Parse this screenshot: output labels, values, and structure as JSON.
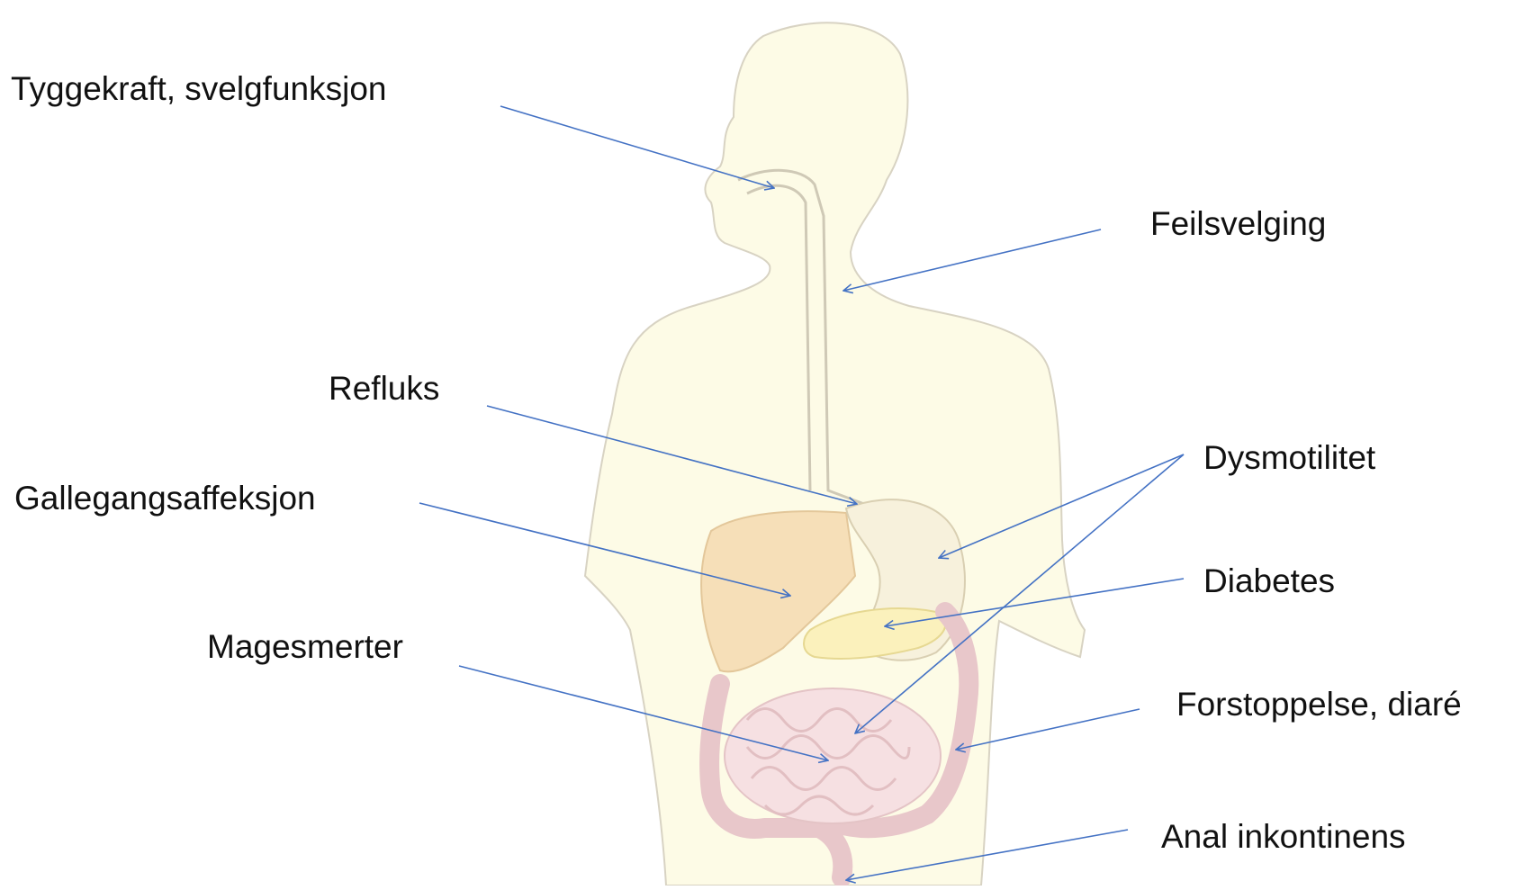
{
  "colors": {
    "arrow": "#4472c4",
    "body_fill": "#fdfbe6",
    "body_outline": "#d8d3c3",
    "liver_fill": "#f6dfb8",
    "stomach_fill": "#f7f1dc",
    "pancreas_fill": "#fbf1bc",
    "intestine_fill": "#f6e0e2",
    "intestine_outline": "#e4c4c6"
  },
  "labels": {
    "tyggekraft": "Tyggekraft, svelgfunksjon",
    "feilsvelging": "Feilsvelging",
    "refluks": "Refluks",
    "dysmotilitet": "Dysmotilitet",
    "gallegang": "Gallegangsaffeksjon",
    "diabetes": "Diabetes",
    "magesmerter": "Magesmerter",
    "forstoppelse": "Forstoppelse, diaré",
    "anal": "Anal inkontinens"
  }
}
